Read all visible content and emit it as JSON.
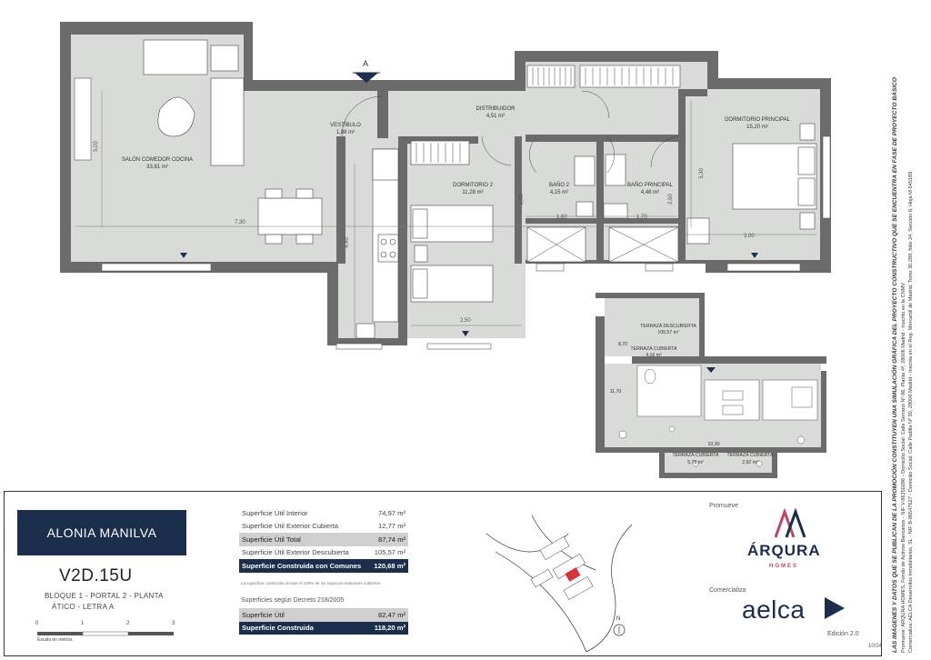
{
  "disclaimer": "LAS IMÁGENES Y DATOS QUE SE PUBLICAN DE LA PROMOCIÓN CONSTITUYEN UNA SIMULACIÓN GRÁFICA DEL PROYECTO CONSTRUCTIVO QUE SE ENCUENTRA EN FASE DE PROYECTO BÁSICO",
  "promoter_line": "Promueve: ARQURA HOMES, Fondo de Activos Bancarios - NIF V-86350286 - Domicilio Social: Calle Serrano Nº 86, Planta 4ª, 28006 Madrid - Inscrito en la CNMV",
  "marketer_line": "Comercializa: AELCA Desarrollos Inmobiliarios, SL - NIF B-86547627 - Domicilio Social: Calle Padilla Nº 30, 28006 Madrid - Inscrita en el Reg. Mercantil de Madrid, Tomo 30.289, folio 24, Sección 8, Hoja M-545169",
  "plan": {
    "section_marker": "A",
    "rooms": [
      {
        "name": "SALÓN COMEDOR COCINA",
        "area": "33,81 m²"
      },
      {
        "name": "VESTÍBULO",
        "area": "1,88 m²"
      },
      {
        "name": "DISTRIBUIDOR",
        "area": "4,51 m²"
      },
      {
        "name": "DORMITORIO 2",
        "area": "11,28 m²"
      },
      {
        "name": "BAÑO 2",
        "area": "4,15 m²"
      },
      {
        "name": "BAÑO PRINCIPAL",
        "area": "4,48 m²"
      },
      {
        "name": "DORMITORIO PRINCIPAL",
        "area": "15,20 m²"
      }
    ],
    "dimensions": [
      "7,30",
      "5,00",
      "4,40",
      "2,50",
      "2,60",
      "1,60",
      "1,70",
      "2,60",
      "3,00",
      "3,30"
    ]
  },
  "mini_plan": {
    "labels": [
      {
        "name": "TERRAZA DESCUBIERTA",
        "area": "105,57 m²"
      },
      {
        "name": "TERRAZA CUBIERTA",
        "area": "4,10 m²"
      },
      {
        "name": "TERRAZA CUBIERTA",
        "area": "5,75 m²"
      },
      {
        "name": "TERRAZA CUBIERTA",
        "area": "2,92 m²"
      }
    ],
    "dims": [
      "8,70",
      "10,30",
      "11,70"
    ]
  },
  "panel": {
    "project_name": "ALONIA MANILVA",
    "unit_code": "V2D.15U",
    "location_line1": "BLOQUE 1 - PORTAL 2 - PLANTA",
    "location_line2": "ÁTICO - LETRA A",
    "scale_ticks": [
      "0",
      "1",
      "2",
      "3"
    ],
    "scale_caption": "Escala en metros",
    "surfaces": [
      {
        "label": "Superficie Útil Interior",
        "value": "74,97 m²",
        "style": "plain"
      },
      {
        "label": "Superficie Útil Exterior Cubierta",
        "value": "12,77 m²",
        "style": "plain"
      },
      {
        "label": "Superficie Útil Total",
        "value": "87,74 m²",
        "style": "gray"
      },
      {
        "label": "Superficie Útil Exterior Descubierta",
        "value": "105,57 m²",
        "style": "plain"
      },
      {
        "label": "Superficie Construida con Comunes",
        "value": "120,68 m²",
        "style": "navy"
      }
    ],
    "surfaces_note": "La superficie construida incluye el 100% de los espacios exteriores cubiertos.",
    "decreto_title": "Superficies según Decreto 218/2005",
    "decreto": [
      {
        "label": "Superficie Útil",
        "value": "82,47 m²",
        "style": "gray"
      },
      {
        "label": "Superficie Construida",
        "value": "118,20 m²",
        "style": "navy"
      }
    ],
    "north": "N",
    "promueve_label": "Promueve",
    "promoter_name": "ÁRQURA",
    "promoter_sub": "HOMES",
    "comercializa_label": "Comercializa",
    "marketer_name": "aelca",
    "edition": "Edición 2.0",
    "page": "10/24"
  },
  "colors": {
    "navy": "#1b2e4b",
    "wall": "#6b6b6b",
    "floor": "#d9dbd8",
    "pink": "#c0456a",
    "highlight": "#d8343b"
  }
}
